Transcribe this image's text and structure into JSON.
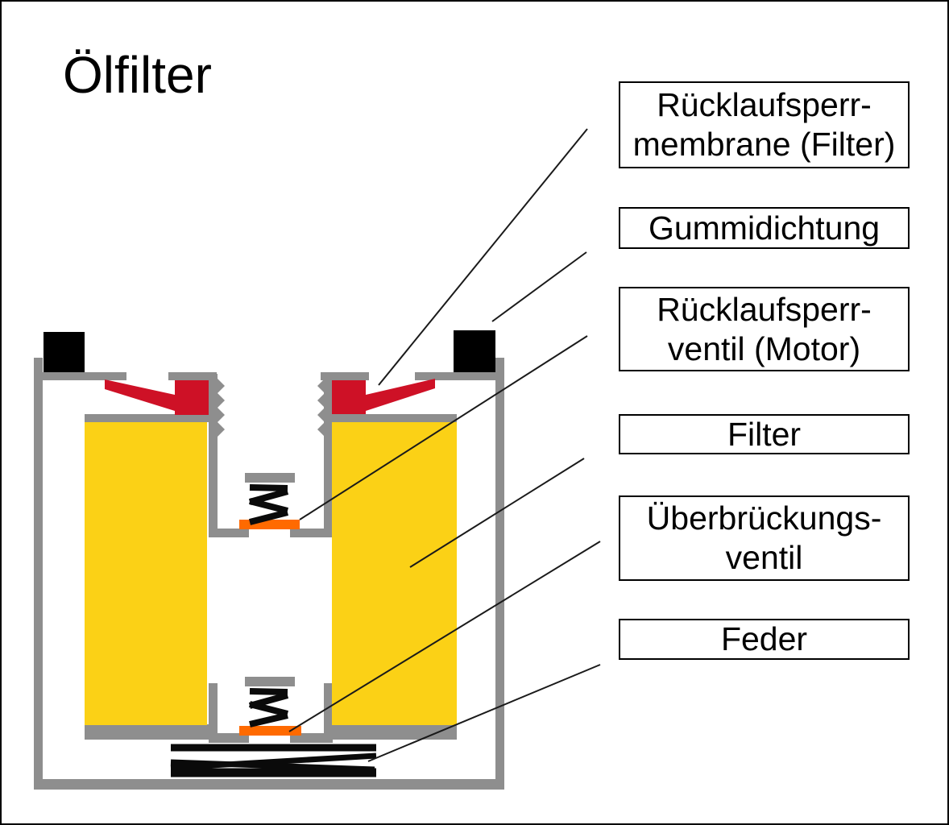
{
  "title": "Ölfilter",
  "colors": {
    "housing_gray": "#8E8E8E",
    "seal_black": "#000000",
    "filter_yellow": "#FBD116",
    "membrane_red": "#CE1126",
    "valve_orange": "#FF6A00",
    "spring_black": "#0A0A0A",
    "leader_line": "#1A1A1A",
    "box_border": "#000000",
    "text_color": "#000000",
    "background": "#FFFFFF"
  },
  "labels": {
    "membrane": {
      "line1": "Rücklaufsperr-",
      "line2": "membrane (Filter)"
    },
    "gasket": {
      "line1": "Gummidichtung"
    },
    "check_valve": {
      "line1": "Rücklaufsperr-",
      "line2": "ventil (Motor)"
    },
    "filter": {
      "line1": "Filter"
    },
    "bypass_valve": {
      "line1": "Überbrückungs-",
      "line2": "ventil"
    },
    "spring": {
      "line1": "Feder"
    }
  }
}
